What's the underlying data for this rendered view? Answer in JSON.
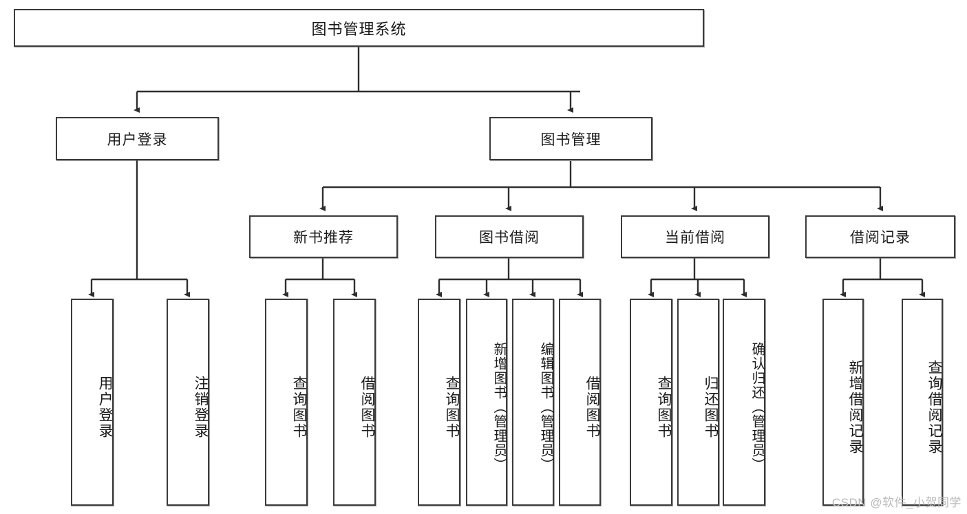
{
  "diagram": {
    "type": "tree",
    "title": "图书管理系统",
    "watermark": "CSDN @软件_小贺同学",
    "colors": {
      "box_border": "#3b3b3b",
      "box_fill": "#ffffff",
      "edge": "#2e2e2e",
      "text": "#1a1a1a",
      "watermark": "#b9b9b9"
    },
    "root": {
      "label": "图书管理系统"
    },
    "level1": [
      {
        "label": "用户登录"
      },
      {
        "label": "图书管理"
      }
    ],
    "level2": [
      {
        "label": "新书推荐"
      },
      {
        "label": "图书借阅"
      },
      {
        "label": "当前借阅"
      },
      {
        "label": "借阅记录"
      }
    ],
    "leaves": {
      "user_login": [
        {
          "label": "用户登录"
        },
        {
          "label": "注销登录"
        }
      ],
      "new_book_recommend": [
        {
          "label": "查询图书"
        },
        {
          "label": "借阅图书"
        }
      ],
      "book_borrow": [
        {
          "label": "查询图书"
        },
        {
          "label": "新增图书（管理员）"
        },
        {
          "label": "编辑图书（管理员）"
        },
        {
          "label": "借阅图书"
        }
      ],
      "current_borrow": [
        {
          "label": "查询图书"
        },
        {
          "label": "归还图书"
        },
        {
          "label": "确认归还（管理员）"
        }
      ],
      "borrow_records": [
        {
          "label": "新增借阅记录"
        },
        {
          "label": "查询借阅记录"
        }
      ]
    }
  }
}
